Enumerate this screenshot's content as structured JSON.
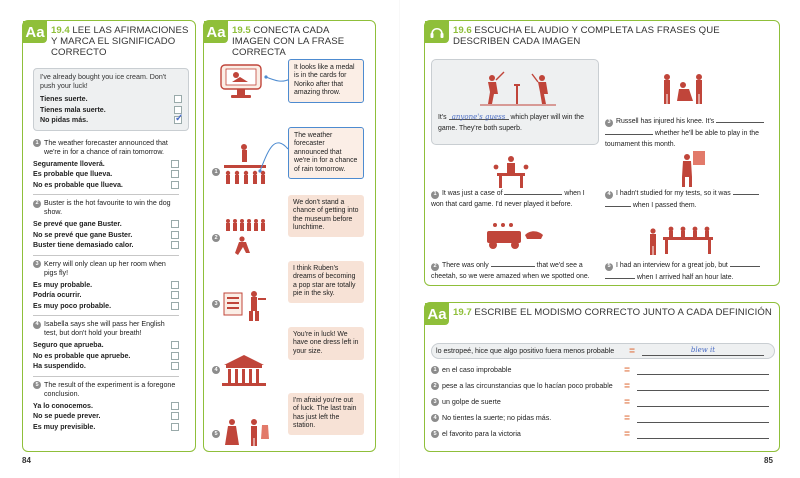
{
  "ex194": {
    "number": "19.4",
    "title": "Lee las afirmaciones y marca el significado correcto",
    "example": {
      "prompt": "I've already bought you ice cream. Don't push your luck!",
      "options": [
        "Tienes suerte.",
        "Tienes mala suerte.",
        "No pidas más."
      ],
      "checked_index": 2
    },
    "questions": [
      {
        "n": "1",
        "prompt": "The weather forecaster announced that we're in for a chance of rain tomorrow.",
        "options": [
          "Seguramente lloverá.",
          "Es probable que llueva.",
          "No es probable que llueva."
        ]
      },
      {
        "n": "2",
        "prompt": "Buster is the hot favourite to win the dog show.",
        "options": [
          "Se prevé que gane Buster.",
          "No se prevé que gane Buster.",
          "Buster tiene demasiado calor."
        ]
      },
      {
        "n": "3",
        "prompt": "Kerry will only clean up her room when pigs fly!",
        "options": [
          "Es muy probable.",
          "Podría ocurrir.",
          "Es muy poco probable."
        ]
      },
      {
        "n": "4",
        "prompt": "Isabella says she will pass her English test, but don't hold your breath!",
        "options": [
          "Seguro que aprueba.",
          "No es probable que apruebe.",
          "Ha suspendido."
        ]
      },
      {
        "n": "5",
        "prompt": "The result of the experiment is a foregone conclusion.",
        "options": [
          "Ya lo conocemos.",
          "No se puede prever.",
          "Es muy previsible."
        ]
      }
    ]
  },
  "ex195": {
    "number": "19.5",
    "title": "Conecta cada imagen con la frase correcta",
    "numbers": [
      "1",
      "2",
      "3",
      "4",
      "5"
    ],
    "captions": [
      "It looks like a medal is in the cards for Noriko after that amazing throw.",
      "The weather forecaster announced that we're in for a chance of rain tomorrow.",
      "We don't stand a chance of getting into the museum before lunchtime.",
      "I think Ruben's dreams of becoming a pop star are totally pie in the sky.",
      "You're in luck! We have one dress left in your size.",
      "I'm afraid you're out of luck. The last train has just left the station."
    ]
  },
  "ex196": {
    "number": "19.6",
    "title": "Escucha el audio y completa las frases que describen cada imagen",
    "example": {
      "before": "It's",
      "answer": "anyone's guess",
      "after": "which player will win the game. They're both superb."
    },
    "items": [
      {
        "n": "1",
        "before": "It was just a case of",
        "after": "when I won that card game. I'd never played it before."
      },
      {
        "n": "2",
        "before": "There was only",
        "after": "that we'd see a cheetah, so we were amazed when we spotted one."
      },
      {
        "n": "3",
        "before": "Russell has injured his knee. It's",
        "after": "whether he'll be able to play in the tournament this month."
      },
      {
        "n": "4",
        "before": "I hadn't studied for my tests, so it was",
        "after": "when I passed them."
      },
      {
        "n": "5",
        "before": "I had an interview for a great job, but",
        "after": "when I arrived half an hour late."
      }
    ]
  },
  "ex197": {
    "number": "19.7",
    "title": "Escribe el modismo correcto junto a cada definición",
    "example": {
      "definition": "lo estropeé, hice que algo positivo fuera menos probable",
      "answer": "blew it"
    },
    "items": [
      {
        "n": "1",
        "definition": "en el caso improbable"
      },
      {
        "n": "2",
        "definition": "pese a las circunstancias que lo hacían poco probable"
      },
      {
        "n": "3",
        "definition": "un golpe de suerte"
      },
      {
        "n": "4",
        "definition": "No tientes la suerte; no pidas más."
      },
      {
        "n": "5",
        "definition": "el favorito para la victoria"
      }
    ]
  },
  "eq_sign": "=",
  "pages": {
    "left": "84",
    "right": "85"
  },
  "colors": {
    "accent": "#8fbf3a",
    "illustration": "#c0453a",
    "link": "#4d8bd0",
    "handwriting": "#4a6cc4"
  }
}
